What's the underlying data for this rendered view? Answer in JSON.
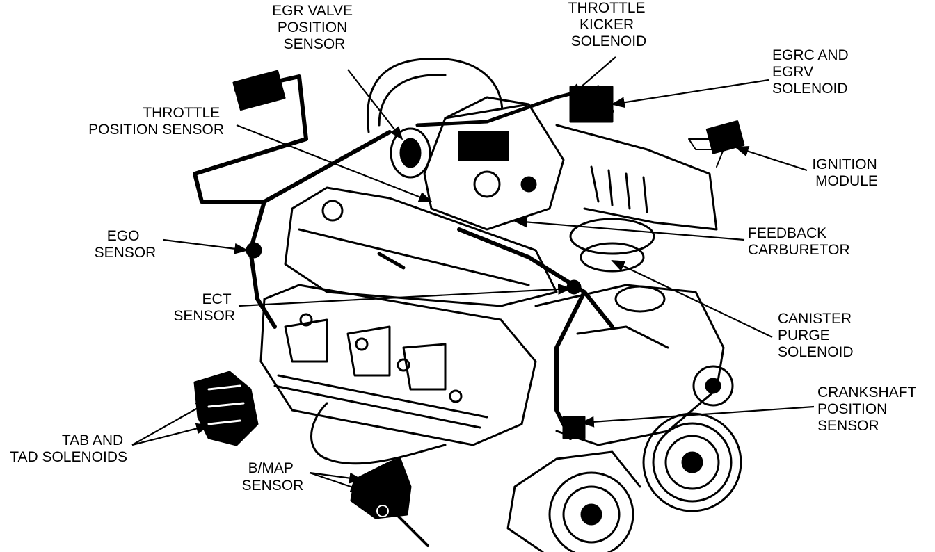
{
  "labels": {
    "egr_valve_position_sensor": [
      "EGR VALVE",
      "POSITION",
      "SENSOR"
    ],
    "throttle_kicker_solenoid": [
      "THROTTLE",
      "KICKER",
      "SOLENOID"
    ],
    "egrc_egrv_solenoid": [
      "EGRC AND",
      "EGRV",
      "SOLENOID"
    ],
    "throttle_position_sensor": [
      "THROTTLE",
      "POSITION SENSOR"
    ],
    "ignition_module": [
      "IGNITION",
      "MODULE"
    ],
    "ego_sensor": [
      "EGO",
      "SENSOR"
    ],
    "feedback_carburetor": [
      "FEEDBACK",
      "CARBURETOR"
    ],
    "ect_sensor": [
      "ECT",
      "SENSOR"
    ],
    "canister_purge_solenoid": [
      "CANISTER",
      "PURGE",
      "SOLENOID"
    ],
    "crankshaft_position_sensor": [
      "CRANKSHAFT",
      "POSITION",
      "SENSOR"
    ],
    "tab_tad_solenoids": [
      "TAB AND",
      "TAD SOLENOIDS"
    ],
    "bmap_sensor": [
      "B/MAP",
      "SENSOR"
    ]
  },
  "colors": {
    "ink": "#000000",
    "paper": "#ffffff"
  }
}
